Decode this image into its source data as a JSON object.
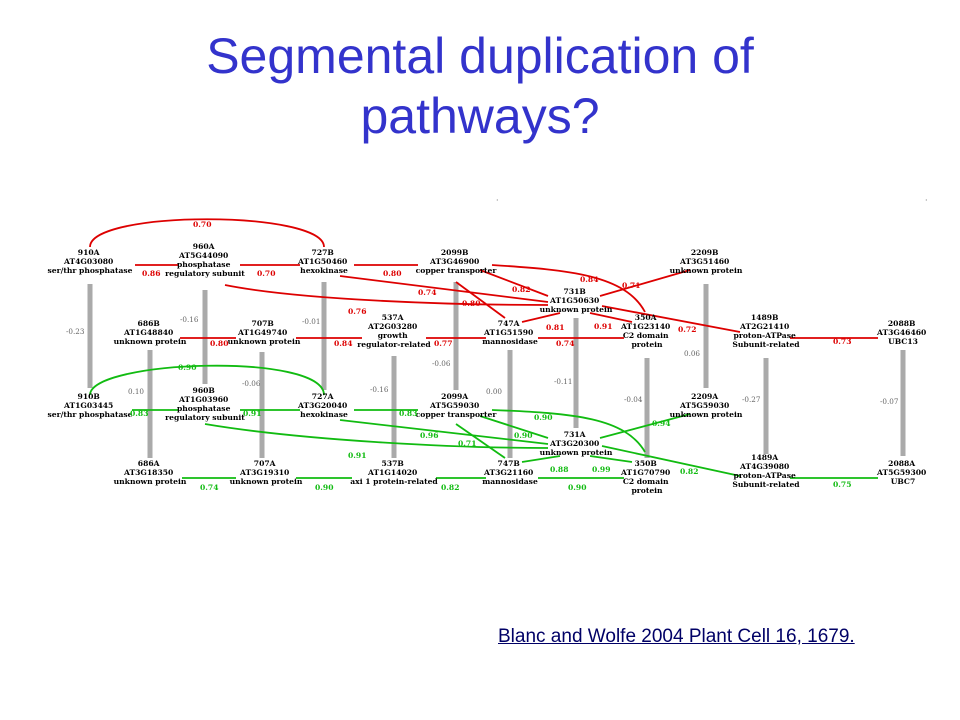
{
  "title": "Segmental duplication of pathways?",
  "citation": "Blanc and Wolfe 2004 Plant Cell 16, 1679.",
  "colors": {
    "title": "#3333cc",
    "red_links": "#dd0000",
    "green_links": "#11bb11",
    "vertical_links": "#aaaaaa",
    "citation": "#000066"
  },
  "genes": [
    {
      "id": "910A",
      "lines": [
        "910A",
        "AT4G03080",
        "ser/thr phosphatase"
      ]
    },
    {
      "id": "960A",
      "lines": [
        "960A",
        "AT5G44090",
        "phosphatase",
        "regulatory subunit"
      ]
    },
    {
      "id": "727B",
      "lines": [
        "727B",
        "AT1G50460",
        "hexokinase"
      ]
    },
    {
      "id": "2099B",
      "lines": [
        "2099B",
        "AT3G46900",
        "copper transporter"
      ]
    },
    {
      "id": "2209B",
      "lines": [
        "2209B",
        "AT3G51460",
        "unknown protein"
      ]
    },
    {
      "id": "731B",
      "lines": [
        "731B",
        "AT1G50630",
        "unknown protein"
      ]
    },
    {
      "id": "686B",
      "lines": [
        "686B",
        "AT1G48840",
        "unknown protein"
      ]
    },
    {
      "id": "707B",
      "lines": [
        "707B",
        "AT1G49740",
        "unknown protein"
      ]
    },
    {
      "id": "537A",
      "lines": [
        "537A",
        "AT2G03280",
        "growth",
        "regulator-related"
      ]
    },
    {
      "id": "747A",
      "lines": [
        "747A",
        "AT1G51590",
        "mannosidase"
      ]
    },
    {
      "id": "350A",
      "lines": [
        "350A",
        "AT1G23140",
        "C2 domain",
        "protein"
      ]
    },
    {
      "id": "1489B",
      "lines": [
        "1489B",
        "AT2G21410",
        "proton-ATPase",
        "Subunit-related"
      ]
    },
    {
      "id": "2088B",
      "lines": [
        "2088B",
        "AT3G46460",
        "UBC13"
      ]
    },
    {
      "id": "910B",
      "lines": [
        "910B",
        "AT1G03445",
        "ser/thr phosphatase"
      ]
    },
    {
      "id": "960B",
      "lines": [
        "960B",
        "AT1G03960",
        "phosphatase",
        "regulatory subunit"
      ]
    },
    {
      "id": "727A",
      "lines": [
        "727A",
        "AT3G20040",
        "hexokinase"
      ]
    },
    {
      "id": "2099A",
      "lines": [
        "2099A",
        "AT5G59030",
        "copper transporter"
      ]
    },
    {
      "id": "2209A",
      "lines": [
        "2209A",
        "AT5G59030",
        "unknown protein"
      ]
    },
    {
      "id": "731A",
      "lines": [
        "731A",
        "AT3G20300",
        "unknown protein"
      ]
    },
    {
      "id": "686A",
      "lines": [
        "686A",
        "AT3G18350",
        "unknown protein"
      ]
    },
    {
      "id": "707A",
      "lines": [
        "707A",
        "AT3G19310",
        "unknown protein"
      ]
    },
    {
      "id": "537B",
      "lines": [
        "537B",
        "AT1G14020",
        "axi 1 protein-related"
      ]
    },
    {
      "id": "747B",
      "lines": [
        "747B",
        "AT3G21160",
        "mannosidase"
      ]
    },
    {
      "id": "350B",
      "lines": [
        "350B",
        "AT1G70790",
        "C2 domain",
        "protein"
      ]
    },
    {
      "id": "1489A",
      "lines": [
        "1489A",
        "AT4G39080",
        "proton-ATPase",
        "Subunit-related"
      ]
    },
    {
      "id": "2088A",
      "lines": [
        "2088A",
        "AT5G59300",
        "UBC7"
      ]
    }
  ],
  "vertical_links": [
    {
      "from": "910A",
      "to": "910B",
      "value": "-0.23"
    },
    {
      "from": "960A",
      "to": "960B",
      "value": "-0.16"
    },
    {
      "from": "727B",
      "to": "727A",
      "value": "-0.01"
    },
    {
      "from": "2099B",
      "to": "2099A",
      "value": "-0.06"
    },
    {
      "from": "731B",
      "to": "731A",
      "value": "-0.11"
    },
    {
      "from": "2209B",
      "to": "2209A",
      "value": "0.06"
    },
    {
      "from": "686B",
      "to": "686A",
      "value": "0.10"
    },
    {
      "from": "707B",
      "to": "707A",
      "value": "-0.06"
    },
    {
      "from": "537A",
      "to": "537B",
      "value": "-0.16"
    },
    {
      "from": "747A",
      "to": "747B",
      "value": "0.00"
    },
    {
      "from": "350A",
      "to": "350B",
      "value": "-0.04"
    },
    {
      "from": "1489B",
      "to": "1489A",
      "value": "-0.27"
    },
    {
      "from": "2088B",
      "to": "2088A",
      "value": "-0.07"
    }
  ],
  "red_values": [
    "0.70",
    "0.86",
    "0.70",
    "0.80",
    "0.84",
    "0.71",
    "0.82",
    "0.74",
    "0.80",
    "0.76",
    "0.81",
    "0.91",
    "0.72",
    "0.73",
    "0.80",
    "0.84",
    "0.77",
    "0.74"
  ],
  "green_values": [
    "0.90",
    "0.83",
    "0.91",
    "0.83",
    "0.90",
    "0.94",
    "0.96",
    "0.71",
    "0.90",
    "0.91",
    "0.88",
    "0.99",
    "0.82",
    "0.75",
    "0.74",
    "0.90",
    "0.82",
    "0.90"
  ]
}
